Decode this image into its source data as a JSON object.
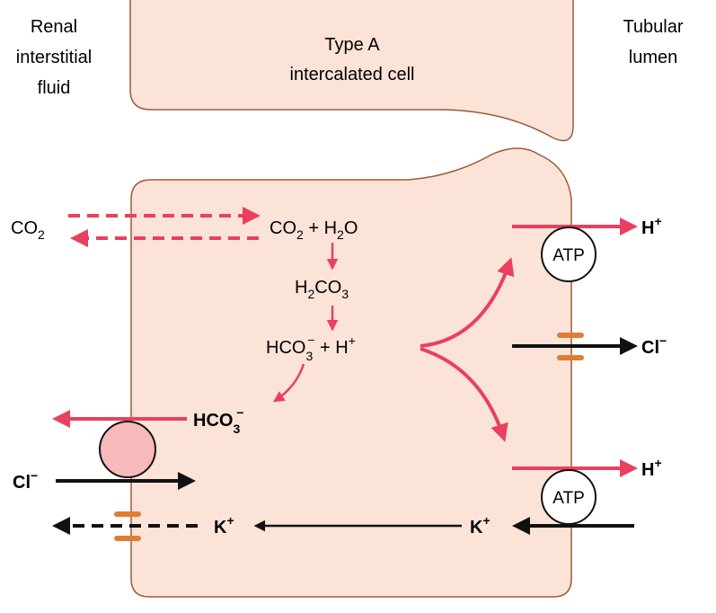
{
  "labels": {
    "interstitial": [
      "Renal",
      "interstitial",
      "fluid"
    ],
    "cell_name": [
      "Type A",
      "intercalated cell"
    ],
    "lumen": [
      "Tubular",
      "lumen"
    ]
  },
  "chem": {
    "co2": "CO",
    "sub2": "2",
    "plus_h2o_a": " + H",
    "plus_h2o_b": "O",
    "h": "H",
    "co3_c": "CO",
    "sub3": "3",
    "hco3": "HCO",
    "minus": "−",
    "plus_h": " + H",
    "plus": "+",
    "cl": "Cl",
    "k": "K"
  },
  "atp": "ATP",
  "colors": {
    "cell_fill": "#fbe3d8",
    "cell_stroke": "#9c5a35",
    "red": "#e8405e",
    "black": "#111111",
    "channel": "#e07d35",
    "exchanger_fill": "#f7b9b9"
  }
}
